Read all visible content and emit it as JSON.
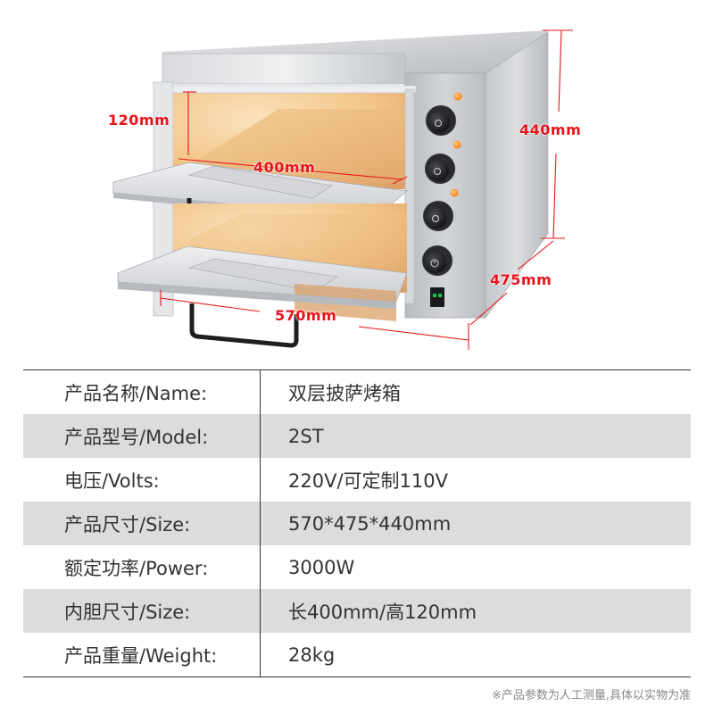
{
  "figure": {
    "subject": "double-layer pizza oven",
    "dimensions": {
      "cavity_height": "120mm",
      "cavity_length": "400mm",
      "height": "440mm",
      "depth": "475mm",
      "width": "570mm"
    },
    "controls": {
      "indicator_lights": 3,
      "knobs": 4,
      "power_switch": 1
    },
    "colors": {
      "dimension_red": "#e8141b",
      "stainless": "#c9cbce",
      "cavity_glow": "#f3c38a",
      "indicator_orange": "#ff8a1e",
      "switch_green": "#18c24a"
    }
  },
  "specs": {
    "rows": [
      {
        "label": "产品名称/Name:",
        "value": "双层披萨烤箱",
        "shaded": false
      },
      {
        "label": "产品型号/Model:",
        "value": "2ST",
        "shaded": true
      },
      {
        "label": "电压/Volts:",
        "value": "220V/可定制110V",
        "shaded": false
      },
      {
        "label": "产品尺寸/Size:",
        "value": "570*475*440mm",
        "shaded": true
      },
      {
        "label": "额定功率/Power:",
        "value": "3000W",
        "shaded": false
      },
      {
        "label": "内胆尺寸/Size:",
        "value": "长400mm/高120mm",
        "shaded": true
      },
      {
        "label": "产品重量/Weight:",
        "value": "28kg",
        "shaded": false
      }
    ],
    "row_shade_color": "#dcdcdc",
    "rule_color": "#333333"
  },
  "footnote": "※产品参数为人工测量,具体以实物为准"
}
